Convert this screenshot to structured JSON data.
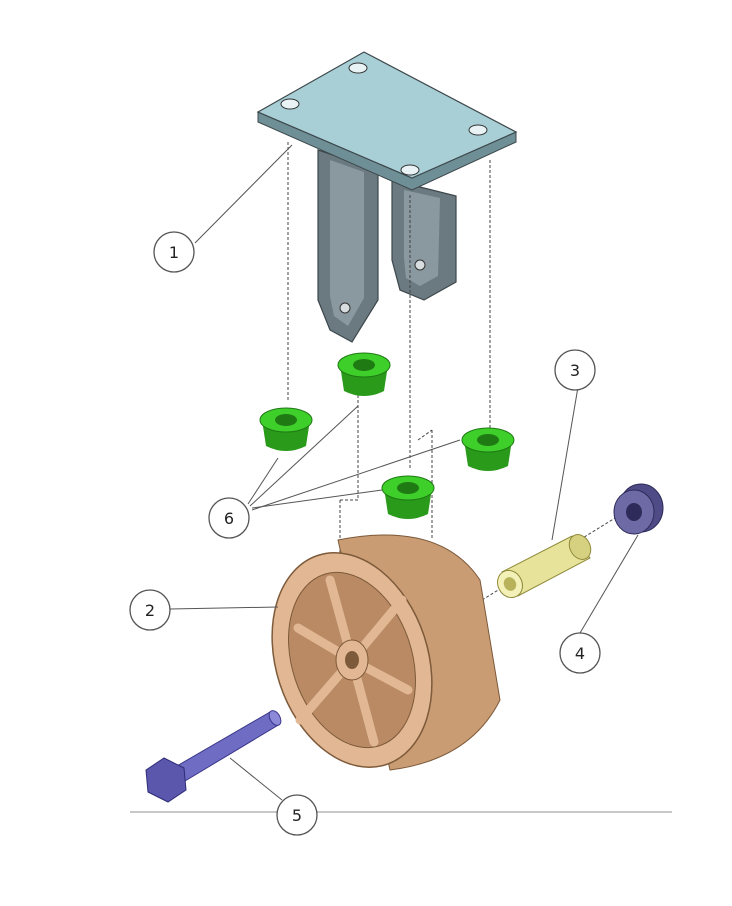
{
  "callouts": [
    {
      "id": "1",
      "label": "1",
      "part": "mounting-bracket"
    },
    {
      "id": "2",
      "label": "2",
      "part": "wheel"
    },
    {
      "id": "3",
      "label": "3",
      "part": "spacer-sleeve"
    },
    {
      "id": "4",
      "label": "4",
      "part": "nut"
    },
    {
      "id": "5",
      "label": "5",
      "part": "axle-bolt"
    },
    {
      "id": "6",
      "label": "6",
      "part": "bushings"
    }
  ],
  "colors": {
    "bracket_top": "#a9cfd6",
    "bracket_side": "#6f8f97",
    "bracket_leg": "#6b7a80",
    "bushing": "#3fcf2a",
    "bushing_dark": "#2a9a1a",
    "wheel": "#e2b894",
    "wheel_dark": "#b98a63",
    "sleeve": "#e7e39a",
    "nut": "#6e6aa6",
    "bolt": "#6f6cc4",
    "baseline": "#c8c8c8"
  }
}
